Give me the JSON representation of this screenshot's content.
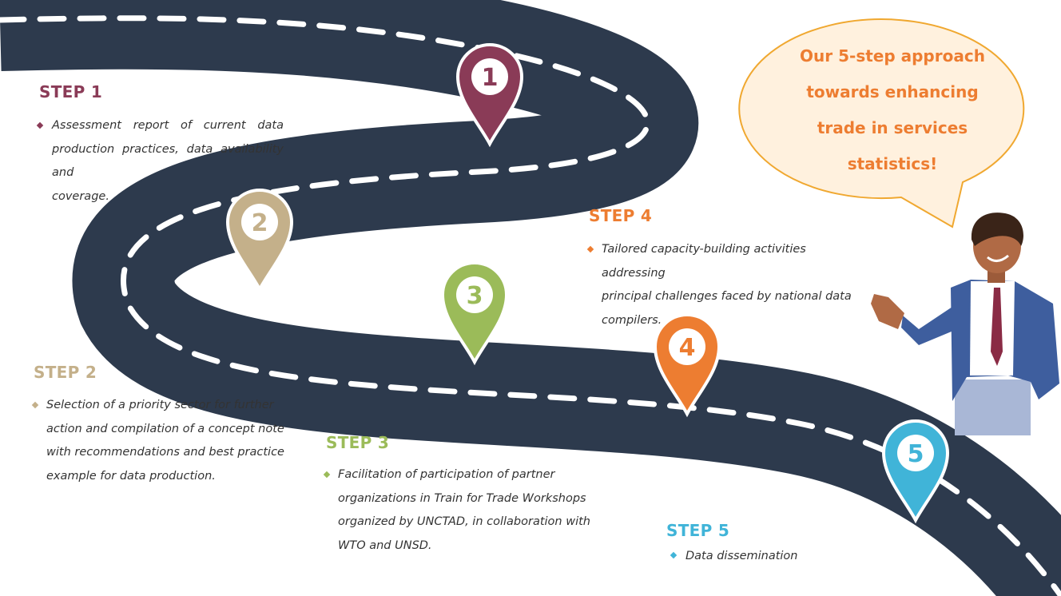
{
  "speech_bubble": {
    "lines": [
      "Our 5-step approach",
      "towards enhancing",
      "trade in services",
      "statistics!"
    ]
  },
  "markers": [
    {
      "number": "1",
      "color": "#8A3B57"
    },
    {
      "number": "2",
      "color": "#C4B08A"
    },
    {
      "number": "3",
      "color": "#9BBB59"
    },
    {
      "number": "4",
      "color": "#ED7D31"
    },
    {
      "number": "5",
      "color": "#40B4D8"
    }
  ],
  "steps": [
    {
      "title": "STEP 1",
      "color": "#8A3B57",
      "lines": [
        "Assessment report of current data",
        "production practices, data availability and",
        "coverage."
      ]
    },
    {
      "title": "STEP 2",
      "color": "#C4B08A",
      "lines": [
        "Selection of a priority sector for further",
        "action and compilation of a concept note",
        "with recommendations and best practice",
        "example for data production."
      ]
    },
    {
      "title": "STEP 3",
      "color": "#9BBB59",
      "lines": [
        "Facilitation of participation of partner",
        "organizations in Train for Trade Workshops",
        "organized by UNCTAD, in collaboration with",
        "WTO and UNSD."
      ]
    },
    {
      "title": "STEP 4",
      "color": "#ED7D31",
      "lines": [
        "Tailored capacity-building activities addressing",
        "principal challenges faced by national data",
        "compilers."
      ]
    },
    {
      "title": "STEP 5",
      "color": "#40B4D8",
      "lines": [
        "Data dissemination"
      ]
    }
  ],
  "colors": {
    "road": "#2D3A4D",
    "dash": "#FFFFFF",
    "bubble_fill": "#FFF1DE",
    "bubble_stroke": "#F0A830"
  }
}
